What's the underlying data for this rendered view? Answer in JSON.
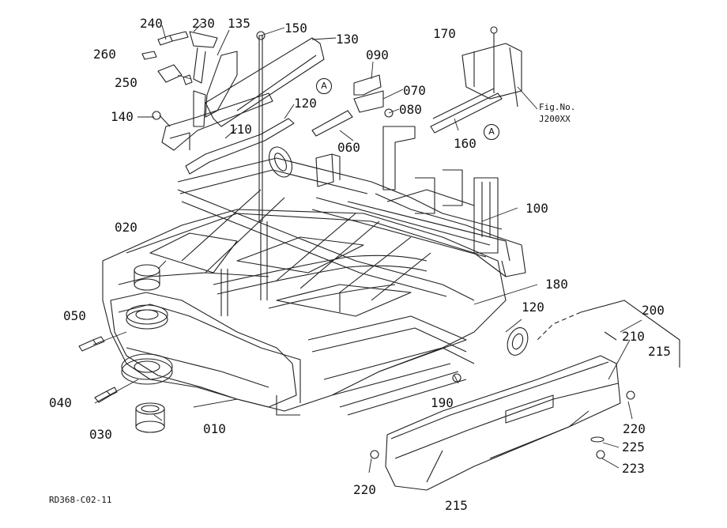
{
  "parts": {
    "p240": "240",
    "p230": "230",
    "p135": "135",
    "p150": "150",
    "p130": "130",
    "p170": "170",
    "p260": "260",
    "p250": "250",
    "p090": "090",
    "p070": "070",
    "p080": "080",
    "p140": "140",
    "p120a": "120",
    "p110": "110",
    "p060": "060",
    "p160": "160",
    "p100": "100",
    "p020": "020",
    "p180": "180",
    "p200": "200",
    "p050": "050",
    "p120b": "120",
    "p210": "210",
    "p215a": "215",
    "p040": "040",
    "p190": "190",
    "p220a": "220",
    "p030": "030",
    "p010": "010",
    "p225": "225",
    "p220b": "220",
    "p223": "223",
    "p215b": "215"
  },
  "refs": {
    "a1": "A",
    "a2": "A"
  },
  "fig_label": "Fig.No.",
  "fig_code": "J200XX",
  "drawing_id": "RD368-C02-11"
}
